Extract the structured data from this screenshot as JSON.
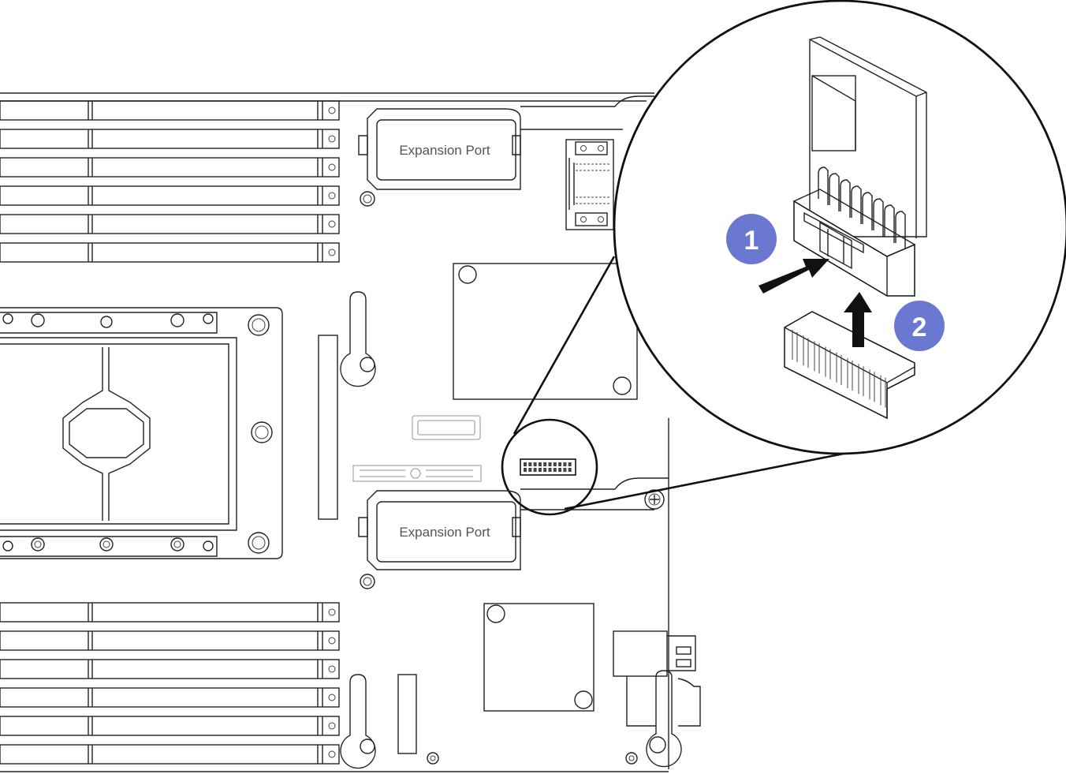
{
  "labels": {
    "expansion_port_top": "Expansion Port",
    "expansion_port_bottom": "Expansion Port"
  },
  "steps": [
    {
      "number": "1"
    },
    {
      "number": "2"
    }
  ],
  "colors": {
    "badge": "#6a78d1",
    "line": "#222222",
    "background": "#ffffff"
  }
}
